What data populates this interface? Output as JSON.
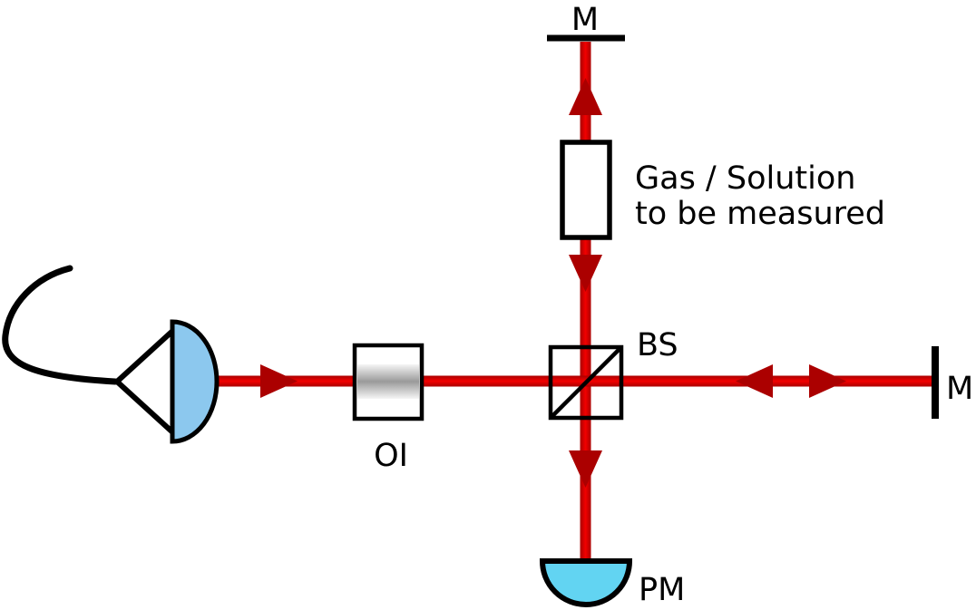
{
  "diagram": {
    "labels": {
      "mirror_top": "M",
      "mirror_right": "M",
      "beam_splitter": "BS",
      "optical_isolator": "OI",
      "photodetector": "PM",
      "sample_line1": "Gas / Solution",
      "sample_line2": "to be measured"
    },
    "colors": {
      "beam_core": "#f20000",
      "beam_edge": "#a30000",
      "arrow": "#ab0000",
      "lens": "#8cc8ee",
      "detector": "#62d4f2",
      "outline": "#000000",
      "background": "#ffffff"
    },
    "components": [
      {
        "name": "optical-fiber"
      },
      {
        "name": "collimating-lens"
      },
      {
        "name": "optical-isolator"
      },
      {
        "name": "beam-splitter"
      },
      {
        "name": "sample-cell"
      },
      {
        "name": "mirror-top"
      },
      {
        "name": "mirror-right"
      },
      {
        "name": "photodetector"
      }
    ]
  }
}
